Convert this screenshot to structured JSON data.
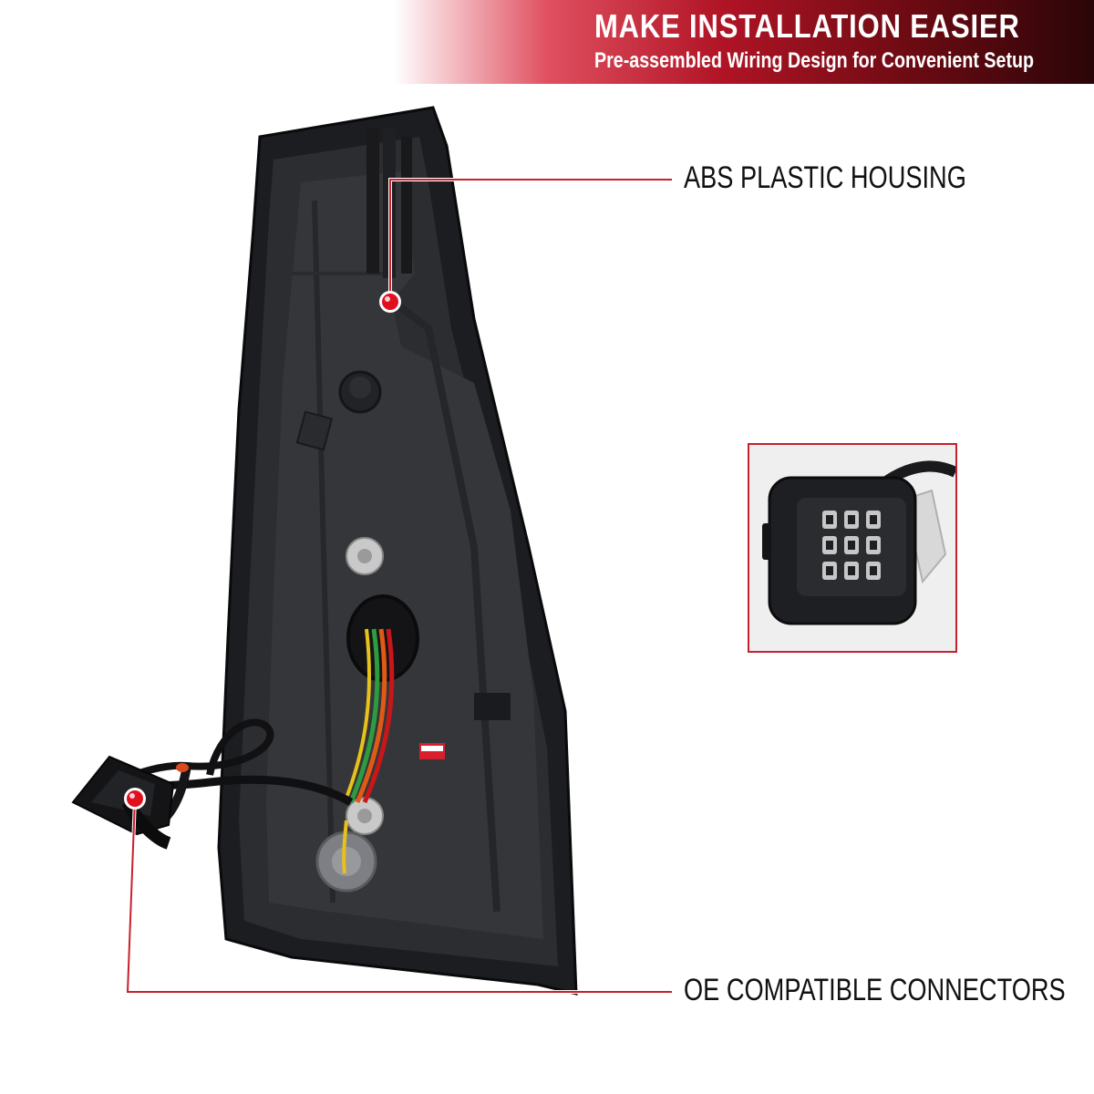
{
  "banner": {
    "title": "MAKE INSTALLATION EASIER",
    "subtitle": "Pre-assembled Wiring Design for Convenient Setup"
  },
  "callouts": [
    {
      "label": "ABS PLASTIC HOUSING"
    },
    {
      "label": "OE COMPATIBLE CONNECTORS"
    }
  ],
  "colors": {
    "accent": "#c8202c",
    "housing": "#1e1f22",
    "marker": "#e0101e"
  },
  "icons": [
    "tail-light-housing",
    "wiring-harness",
    "connector-plug",
    "callout-marker"
  ]
}
